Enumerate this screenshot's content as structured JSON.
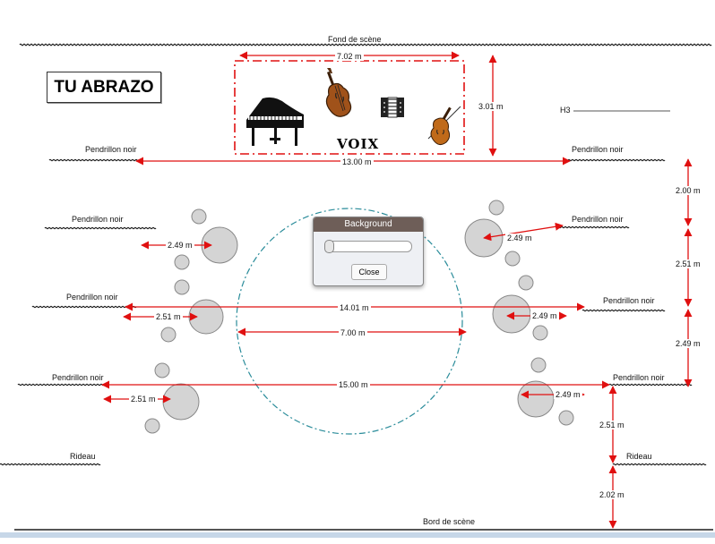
{
  "title": "TU ABRAZO",
  "stage_labels": {
    "back": "Fond de scène",
    "front": "Bord de scène",
    "h3": "H3",
    "curtain": "Rideau",
    "leg": "Pendrillon noir",
    "voice": "VOIX"
  },
  "measurements": {
    "riser_width": "7.02 m",
    "riser_depth": "3.01 m",
    "width_row1": "13.00 m",
    "width_row3": "14.01 m",
    "circle_diameter": "7.00 m",
    "width_row4": "15.00 m",
    "gap_r1_r2": "2.00 m",
    "gap_r2_r3": "2.51 m",
    "gap_r3_r4": "2.49 m",
    "gap_r4_curtain": "2.51 m",
    "gap_curtain_front": "2.02 m",
    "left_leg2": "2.49 m",
    "left_leg3": "2.51 m",
    "left_leg4": "2.51 m",
    "right_leg2": "2.49 m",
    "right_leg3": "2.49 m",
    "right_leg4": "2.49 m"
  },
  "instruments": [
    {
      "name": "piano-icon",
      "label": "piano"
    },
    {
      "name": "double-bass-icon",
      "label": "contrebasse"
    },
    {
      "name": "accordion-icon",
      "label": "accordéon"
    },
    {
      "name": "violin-icon",
      "label": "violon"
    }
  ],
  "background_panel": {
    "title": "Background",
    "slider_value": 0,
    "close_label": "Close"
  },
  "colors": {
    "dimension": "#e01010",
    "circle": "#2a8c9a",
    "light": "#d4d4d4"
  }
}
